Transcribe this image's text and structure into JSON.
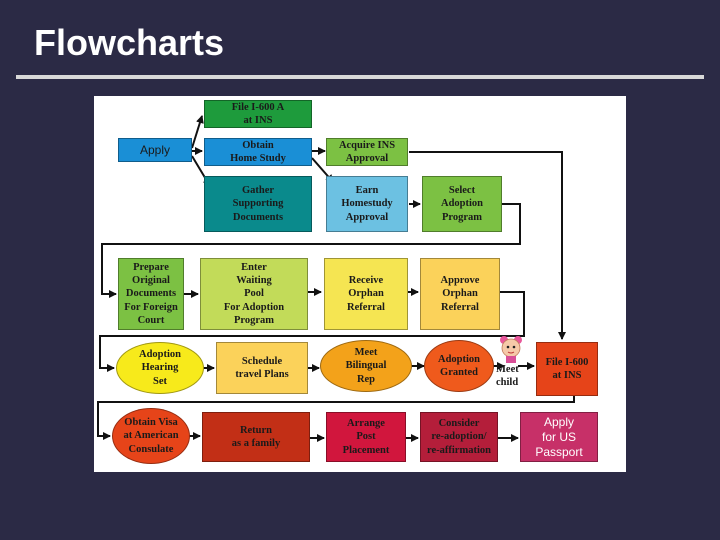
{
  "slide": {
    "title": "Flowcharts"
  },
  "colors": {
    "background": "#2b2a45",
    "green_dark": "#1e9b3c",
    "blue": "#1a8fd6",
    "teal": "#0a8a8c",
    "light_blue": "#6cc1e2",
    "lime": "#7cc143",
    "lime_light": "#c2db59",
    "yellow": "#f5e552",
    "yellow_bright": "#f7ea1b",
    "orange_light": "#fbd25a",
    "orange": "#f3a21a",
    "orange_red": "#ef5a1c",
    "red_orange": "#e64419",
    "dark_red": "#c22f16",
    "crimson": "#d1163d",
    "maroon": "#b41e3a",
    "magenta": "#c73068"
  },
  "flow": {
    "apply": "Apply",
    "file_i600a": "File I-600 A\nat INS",
    "obtain_home_study": "Obtain\nHome Study",
    "gather_docs": "Gather\nSupporting\nDocuments",
    "acquire_ins": "Acquire INS\nApproval",
    "earn_homestudy": "Earn\nHomestudy\nApproval",
    "select_program": "Select\nAdoption\nProgram",
    "prepare_docs": "Prepare\nOriginal\nDocuments\nFor Foreign\nCourt",
    "enter_pool": "Enter\nWaiting\nPool\nFor Adoption\nProgram",
    "receive_referral": "Receive\nOrphan\nReferral",
    "approve_referral": "Approve\nOrphan\nReferral",
    "hearing": "Adoption\nHearing\nSet",
    "schedule_travel": "Schedule\ntravel Plans",
    "meet_rep": "Meet\nBilingual\nRep",
    "adoption_granted": "Adoption\nGranted",
    "meet_child": "Meet\nchild",
    "file_i600": "File I-600\nat INS",
    "obtain_visa": "Obtain Visa\nat American\nConsulate",
    "return_family": "Return\nas a family",
    "arrange_post": "Arrange\nPost\nPlacement",
    "consider_readoption": "Consider\nre-adoption/\nre-affirmation",
    "apply_passport": "Apply\nfor US\nPassport"
  }
}
